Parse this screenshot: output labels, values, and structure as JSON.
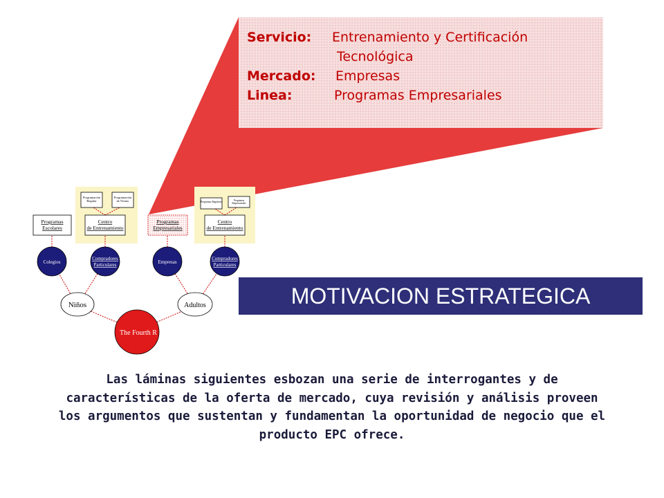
{
  "callout": {
    "servicio_label": "Servicio:",
    "servicio_value_1": "Entrenamiento y Certificación",
    "servicio_value_2": "Tecnológica",
    "mercado_label": "Mercado:",
    "mercado_value": "Empresas",
    "linea_label": "Linea:",
    "linea_value": "Programas Empresariales"
  },
  "tree": {
    "root": "The Fourth R",
    "segments": [
      "Niños",
      "Adultos"
    ],
    "markets": [
      "Colegios",
      "Compradores Particulares",
      "Empresas",
      "Compradores Particulares"
    ],
    "lines": [
      "Programas Escolares",
      "Centro de Entrenamiento",
      "Programas Empresariales",
      "Centro de Entrenamiento"
    ],
    "sub_programs_left": [
      "Programación Regular",
      "Programación de Verano"
    ],
    "sub_programs_right": [
      "Programas Regulares",
      "Programas Empresariales"
    ]
  },
  "banner": "MOTIVACION ESTRATEGICA",
  "description": "Las láminas siguientes esbozan una serie de interrogantes y de características de la oferta de mercado, cuya revisión y análisis proveen los argumentos que sustentan y fundamentan la oportunidad de negocio que el producto EPC ofrece.",
  "colors": {
    "callout_red": "#e63c3c",
    "callout_dark_red": "#c8282a",
    "node_navy": "#1c1c7a",
    "root_red": "#e01a1a",
    "banner_navy": "#2e2f78",
    "connector_red": "#cc0000",
    "label_red": "#c00000",
    "panel_yellow": "#fbf4c6"
  }
}
